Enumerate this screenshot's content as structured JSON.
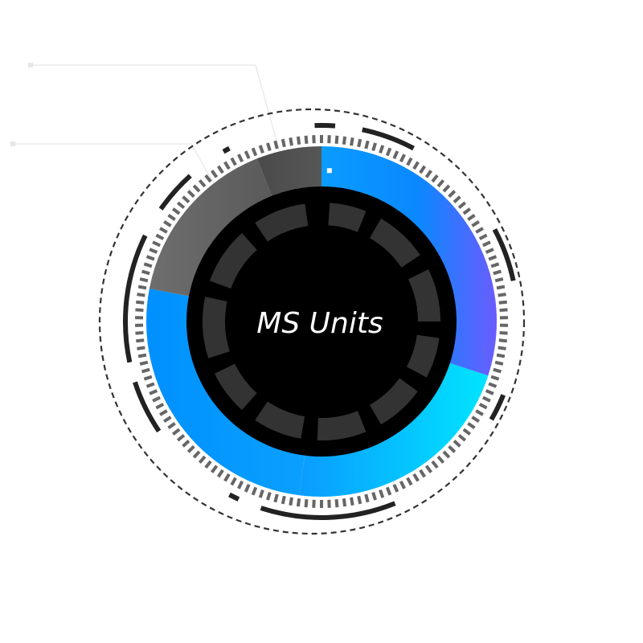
{
  "chart_data": {
    "type": "pie",
    "center_label": "MS Units",
    "slices": [
      {
        "value": 30,
        "color_start": "#0a9cff",
        "color_end": "#6a5cff"
      },
      {
        "value": 22,
        "color_start": "#00dcff",
        "color_end": "#0a9cff"
      },
      {
        "value": 26,
        "color_start": "#0a9cff",
        "color_end": "#1a9aff"
      },
      {
        "value": 16,
        "color_start": "#6b6b6b",
        "color_end": "#5c5c5c"
      },
      {
        "value": 6,
        "color_start": "#4e4e4e",
        "color_end": "#4e4e4e"
      }
    ],
    "legend": "none"
  },
  "colors": {
    "background": "#ffffff",
    "core": "#000000",
    "inner_pattern": "#333333",
    "dial_tick": "#666666",
    "dial_segment": "#222222",
    "dashed_ring": "#333333",
    "leader_line": "#e6e6e6",
    "marker": "#ffffff"
  }
}
